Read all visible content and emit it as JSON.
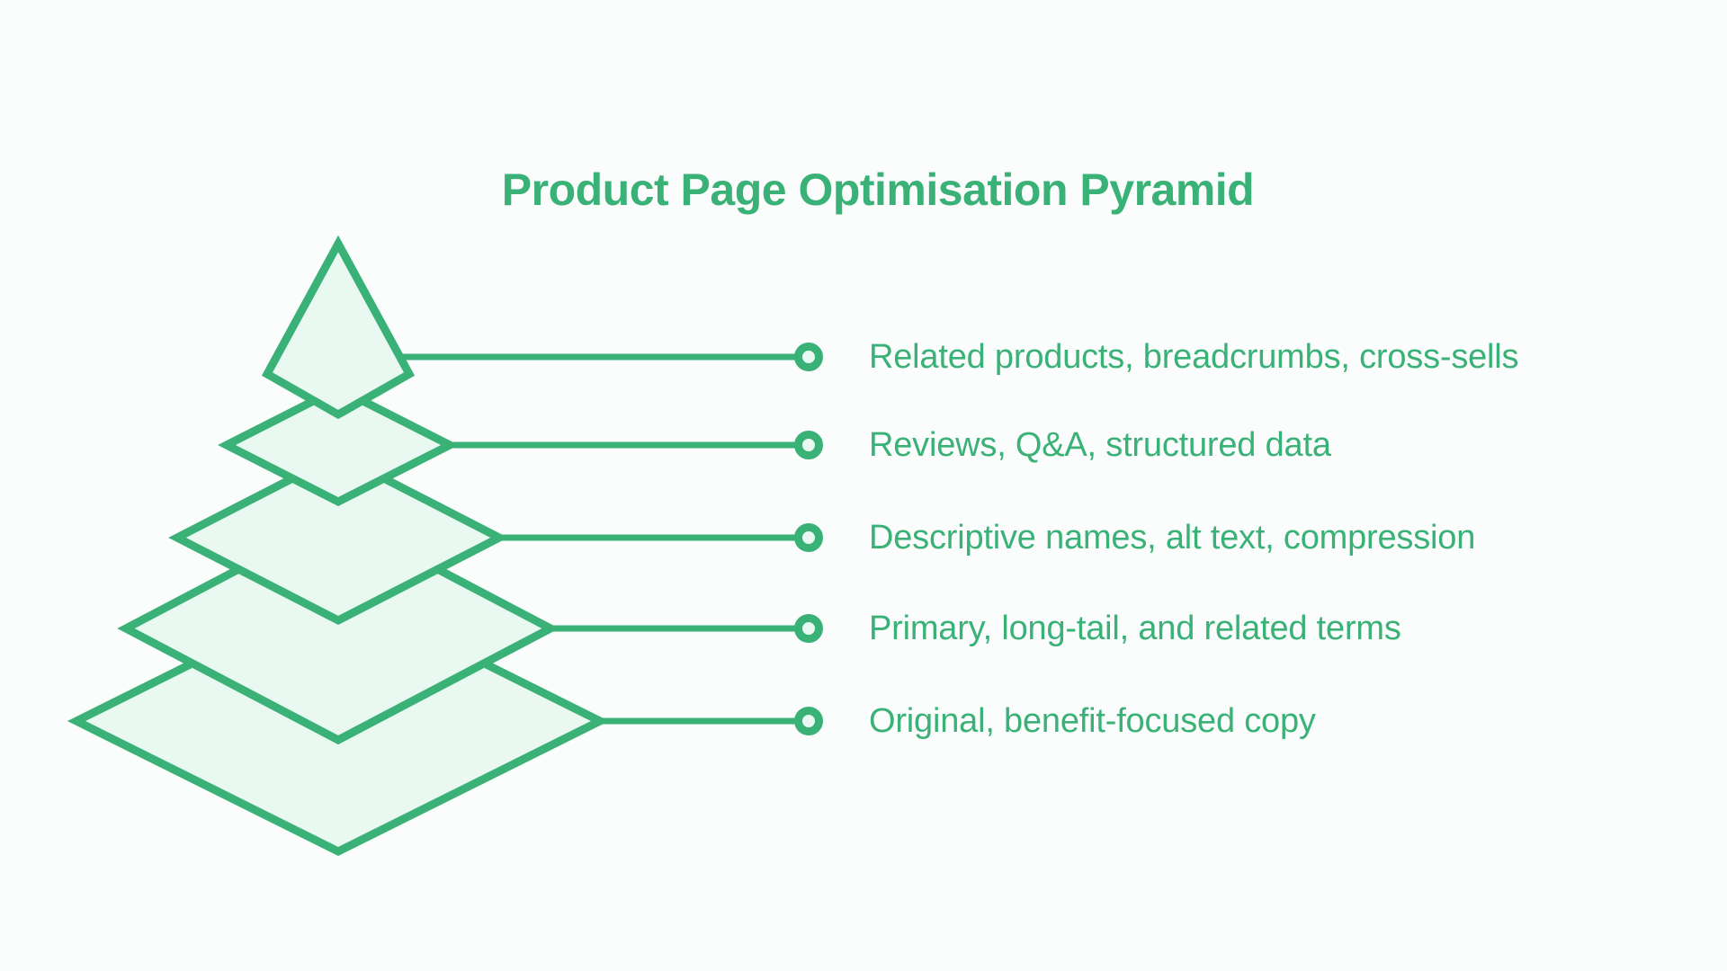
{
  "title": "Product Page Optimisation Pyramid",
  "levels": [
    {
      "label": "Related products, breadcrumbs, cross-sells"
    },
    {
      "label": "Reviews, Q&A, structured data"
    },
    {
      "label": "Descriptive names, alt text, compression"
    },
    {
      "label": "Primary, long-tail, and related terms"
    },
    {
      "label": "Original, benefit-focused copy"
    }
  ],
  "colors": {
    "accent": "#3ab176",
    "shape_fill": "#e9f8f0",
    "background": "#fbfdfc"
  }
}
